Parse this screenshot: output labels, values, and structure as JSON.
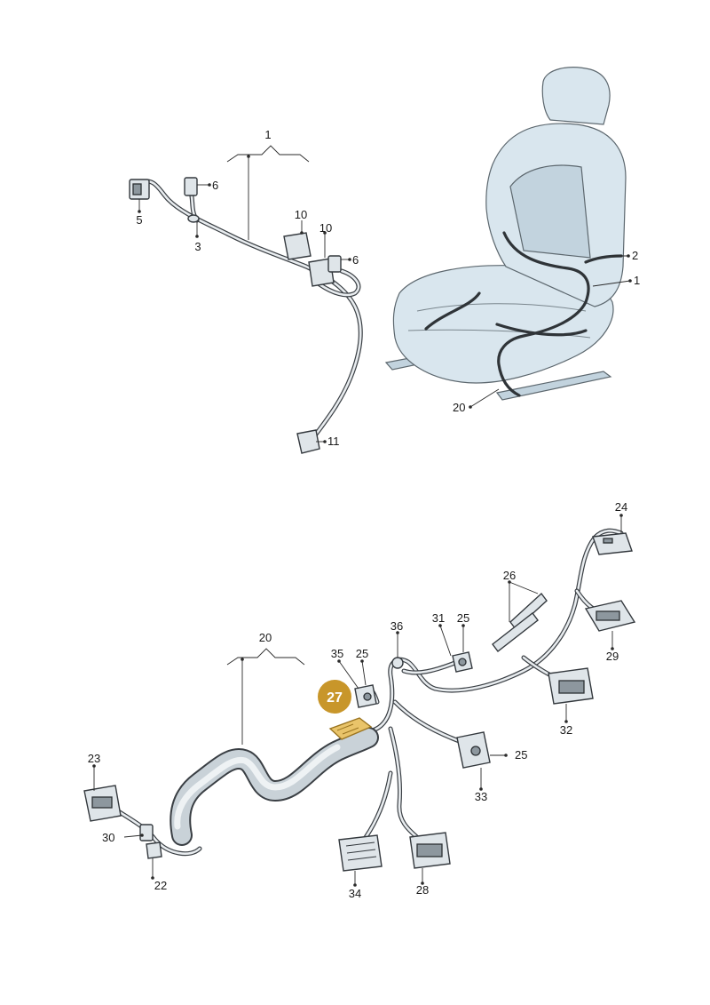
{
  "callouts": {
    "c1_top": "1",
    "c1_seat": "1",
    "c2": "2",
    "c3": "3",
    "c5": "5",
    "c6_top": "6",
    "c6_right": "6",
    "c10_a": "10",
    "c10_b": "10",
    "c11": "11",
    "c20_seat": "20",
    "c20_top": "20",
    "c22": "22",
    "c23": "23",
    "c24": "24",
    "c25_a": "25",
    "c25_b": "25",
    "c25_c": "25",
    "c26": "26",
    "c27": "27",
    "c28": "28",
    "c29": "29",
    "c30": "30",
    "c31": "31",
    "c32": "32",
    "c33": "33",
    "c34": "34",
    "c35": "35",
    "c36": "36"
  },
  "highlight": {
    "part_number": "27",
    "color": "#c8962a",
    "part_fill": "#e9c46a"
  },
  "icons": [
    "seat-illustration",
    "wiring-harness",
    "connector"
  ]
}
